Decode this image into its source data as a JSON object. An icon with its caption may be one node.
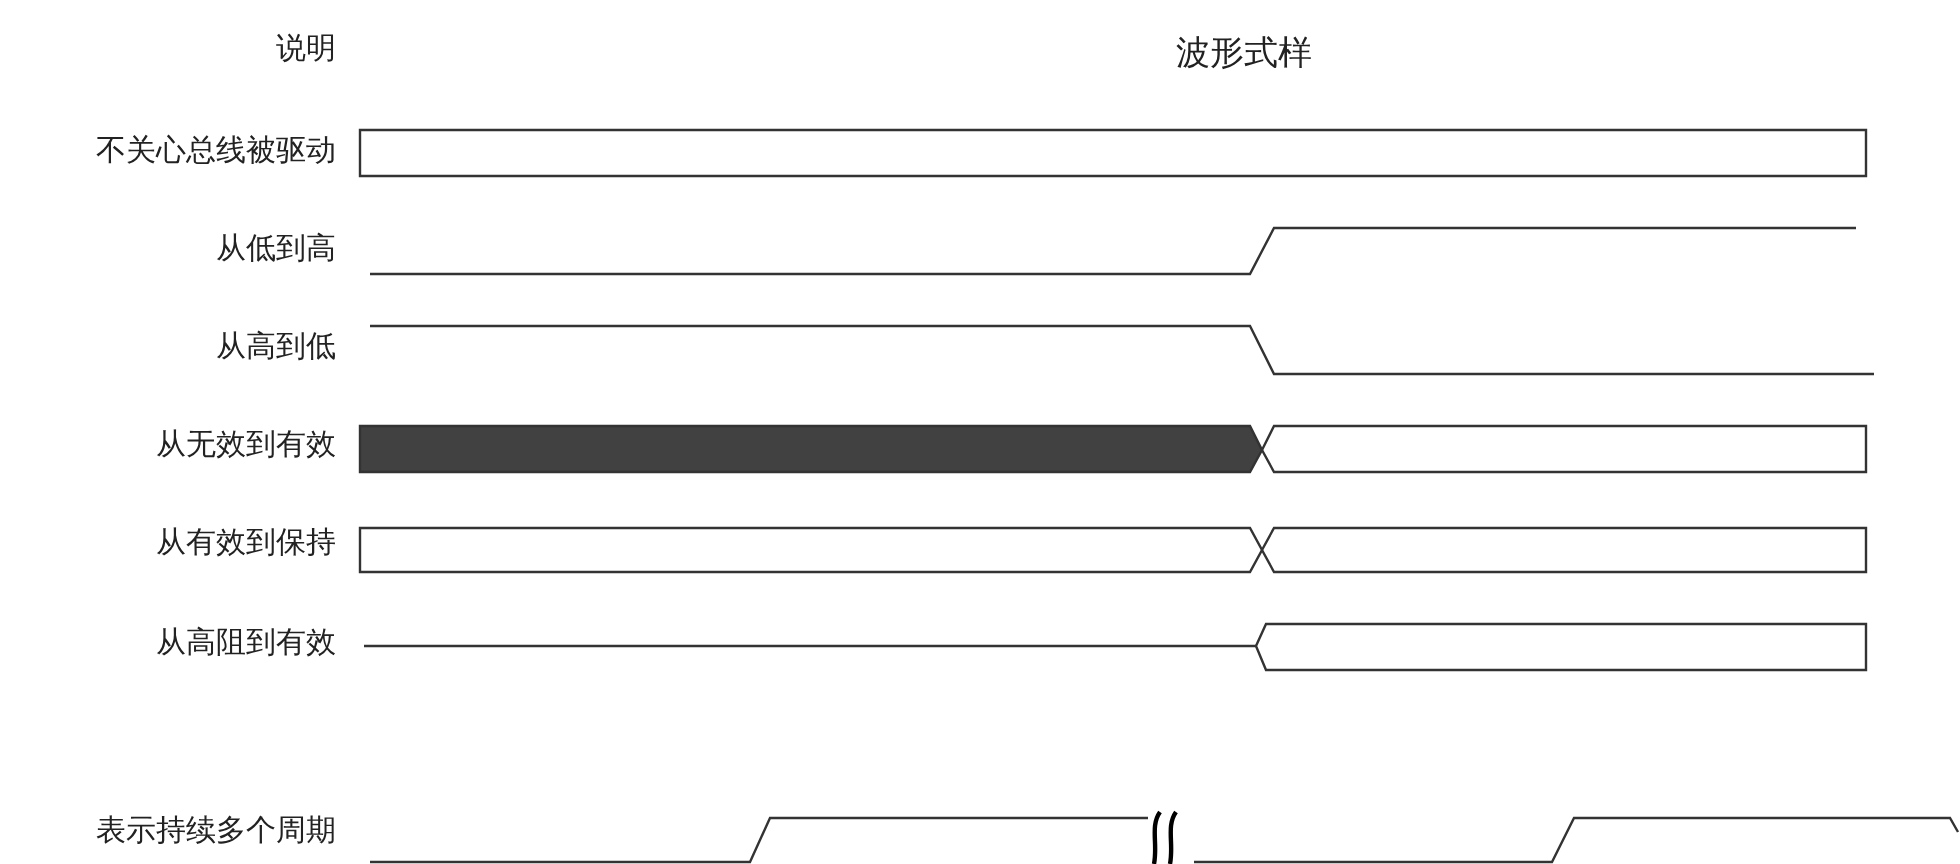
{
  "diagram": {
    "labels": [
      "说明",
      "波形式样",
      "不关心总线被驱动",
      "从低到高",
      "从高到低",
      "从无效到有效",
      "从有效到保持",
      "从高阻到有效",
      "表示持续多个周期"
    ]
  }
}
